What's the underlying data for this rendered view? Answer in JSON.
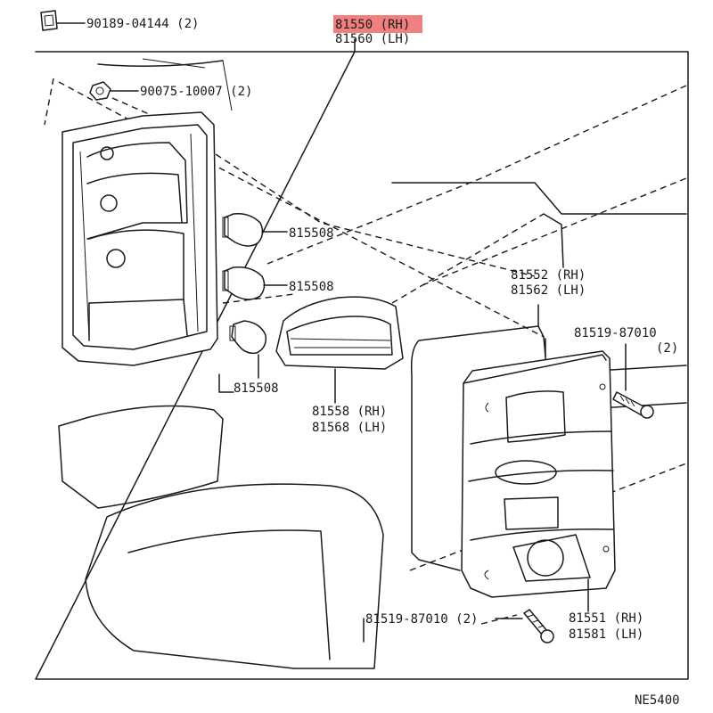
{
  "highlight_color": "#f08080",
  "labels": {
    "clip": "90189-04144 (2)",
    "assembly_rh": "81550 (RH)",
    "assembly_lh": "81560 (LH)",
    "nut": "90075-10007 (2)",
    "bulb_1": "815508",
    "bulb_2": "815508",
    "bulb_3": "815508",
    "gasket_rh": "81552 (RH)",
    "gasket_lh": "81562 (LH)",
    "screw_top_1": "81519-87010",
    "screw_top_2": "(2)",
    "socket_rh": "81558 (RH)",
    "socket_lh": "81568 (LH)",
    "screw_bottom": "81519-87010 (2)",
    "lens_rh": "81551 (RH)",
    "lens_lh": "81581 (LH)",
    "diagram_code": "NE5400"
  }
}
